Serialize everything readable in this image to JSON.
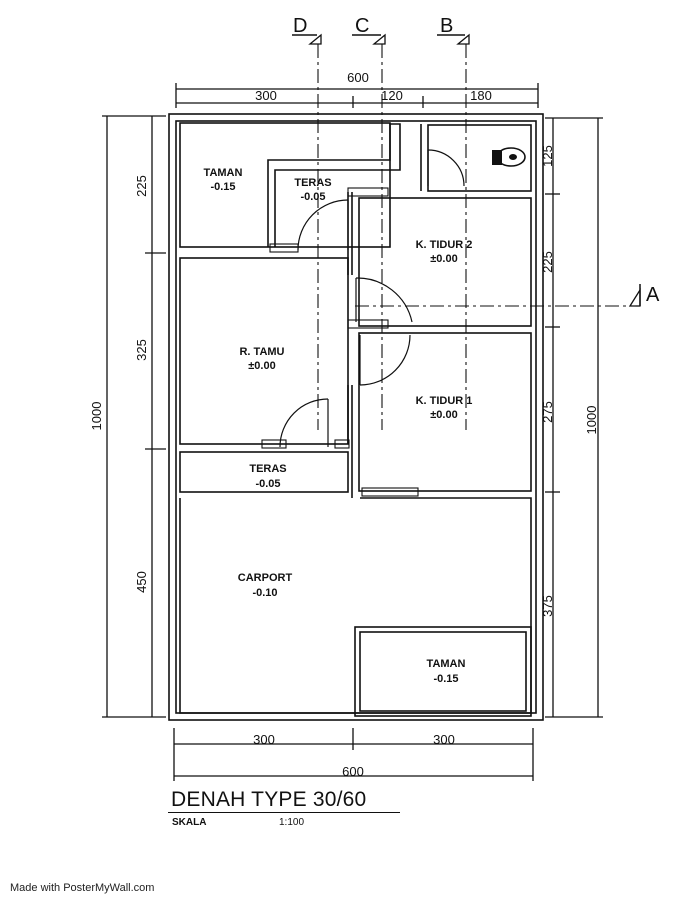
{
  "plan": {
    "rooms": {
      "taman_top": {
        "name": "TAMAN",
        "level": "-0.15"
      },
      "teras_top": {
        "name": "TERAS",
        "level": "-0.05"
      },
      "kamar_tidur_2": {
        "name": "K. TIDUR 2",
        "level": "±0.00"
      },
      "ruang_tamu": {
        "name": "R. TAMU",
        "level": "±0.00"
      },
      "kamar_tidur_1": {
        "name": "K. TIDUR 1",
        "level": "±0.00"
      },
      "teras_bottom": {
        "name": "TERAS",
        "level": "-0.05"
      },
      "carport": {
        "name": "CARPORT",
        "level": "-0.10"
      },
      "taman_bottom": {
        "name": "TAMAN",
        "level": "-0.15"
      }
    },
    "dimensions": {
      "top_total": "600",
      "top_left": "300",
      "top_mid": "120",
      "top_right": "180",
      "left_1": "225",
      "left_2": "325",
      "left_3": "450",
      "left_total": "1000",
      "right_1": "125",
      "right_2": "225",
      "right_3": "275",
      "right_4": "375",
      "right_total": "1000",
      "bottom_left": "300",
      "bottom_right": "300",
      "bottom_total": "600"
    },
    "sections": {
      "d": "D",
      "c": "C",
      "b": "B",
      "a": "A"
    }
  },
  "title": {
    "main": "DENAH TYPE 30/60",
    "scale_label": "SKALA",
    "scale_value": "1:100"
  },
  "watermark": "Made with PosterMyWall.com"
}
